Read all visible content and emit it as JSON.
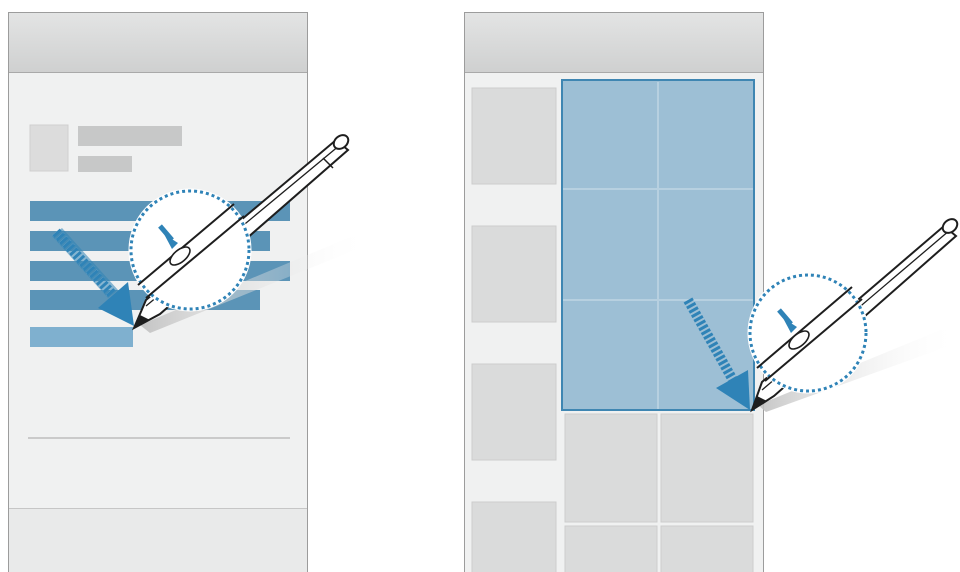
{
  "illustration": {
    "left_screen": {
      "description_role": "selection-mode-over-text-list",
      "selected_rows": 5
    },
    "right_screen": {
      "description_role": "selection-mode-over-grid",
      "selected_cells": 6
    }
  },
  "colors": {
    "selection_blue": "#4b8fb6",
    "selection_fill": "#9dbfd5",
    "arrow_blue": "#2f83b7",
    "placeholder_gray": "#c8c9c9",
    "tile_gray": "#dadbdb",
    "pen_outline": "#1e1e1e"
  },
  "icons": [
    "s-pen-icon",
    "pen-button-icon",
    "arrow-down-left-icon",
    "magnify-circle-icon"
  ]
}
